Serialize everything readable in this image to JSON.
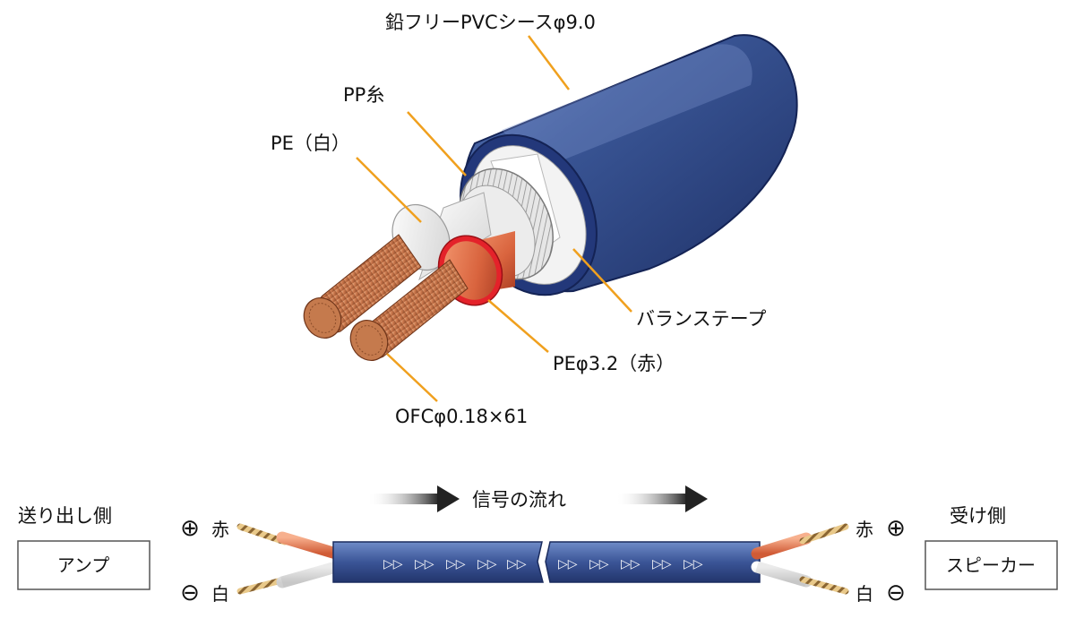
{
  "colors": {
    "sheath": "#2e4785",
    "sheath_dark": "#1b2c5e",
    "sheath_edge": "#3f5aa0",
    "leader": "#f0a01e",
    "red_insulation": "#e4222a",
    "copper": "#c8754a",
    "white_insulation": "#f4f4f4"
  },
  "cross_section": {
    "labels": {
      "sheath": "鉛フリーPVCシースφ9.0",
      "pp_yarn": "PP糸",
      "pe_white": "PE（白）",
      "balance_tape": "バランステープ",
      "pe_red": "PEφ3.2（赤）",
      "ofc": "OFCφ0.18×61"
    }
  },
  "signal_flow": {
    "title": "信号の流れ",
    "left": {
      "side_label": "送り出し側",
      "device": "アンプ",
      "plus_symbol": "⊕",
      "plus_color": "赤",
      "minus_symbol": "⊖",
      "minus_color": "白"
    },
    "right": {
      "side_label": "受け側",
      "device": "スピーカー",
      "plus_symbol": "⊕",
      "plus_color": "赤",
      "minus_symbol": "⊖",
      "minus_color": "白"
    },
    "cable_arrow_glyph": "▷▷"
  }
}
